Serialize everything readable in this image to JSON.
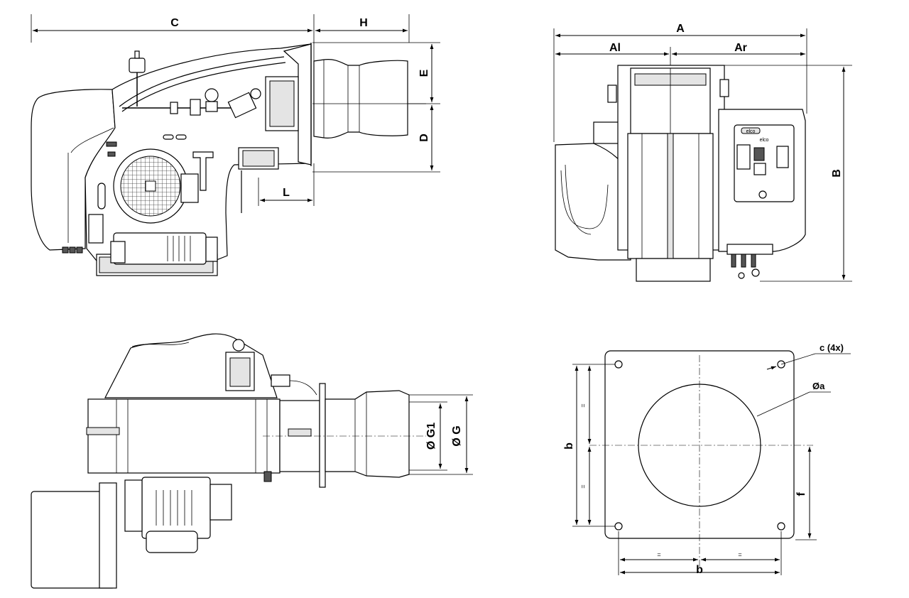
{
  "side_view": {
    "dim_C": "C",
    "dim_H": "H",
    "dim_E": "E",
    "dim_D": "D",
    "dim_L": "L"
  },
  "front_view": {
    "dim_A": "A",
    "dim_Al": "Al",
    "dim_Ar": "Ar",
    "dim_B": "B",
    "brand_top": "elco",
    "brand_panel": "elco"
  },
  "top_view": {
    "dim_G1": "Ø G1",
    "dim_G": "Ø G"
  },
  "flange_view": {
    "dim_c": "c (4x)",
    "dim_a": "Øa",
    "dim_b_vertical": "b",
    "dim_b_horizontal": "b",
    "dim_f": "f",
    "equal_mark_1": "=",
    "equal_mark_2": "=",
    "equal_mark_3": "=",
    "equal_mark_4": "="
  }
}
